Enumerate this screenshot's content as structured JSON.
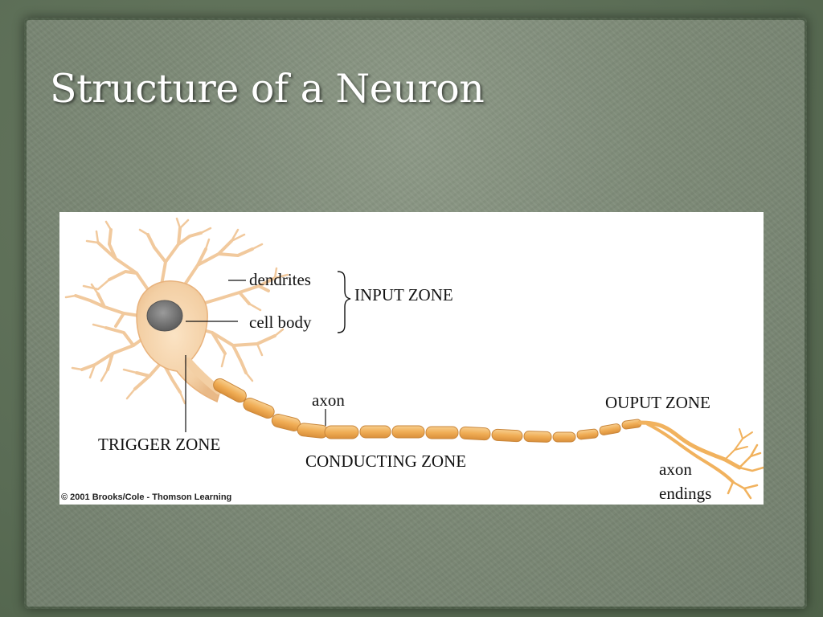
{
  "slide": {
    "title": "Structure of a Neuron"
  },
  "diagram": {
    "labels": {
      "dendrites": "dendrites",
      "cell_body": "cell body",
      "input_zone": "INPUT ZONE",
      "axon": "axon",
      "output_zone": "OUPUT ZONE",
      "trigger_zone": "TRIGGER ZONE",
      "conducting_zone": "CONDUCTING ZONE",
      "axon_endings_line1": "axon",
      "axon_endings_line2": "endings"
    },
    "credit": "© 2001 Brooks/Cole - Thomson Learning"
  },
  "colors": {
    "background": "#566a52",
    "panel": "#7e8b78",
    "title": "#ffffff",
    "neuron_fill": "#f6d5b0",
    "myelin": "#f1b25e",
    "nucleus": "#7a7a7a"
  }
}
